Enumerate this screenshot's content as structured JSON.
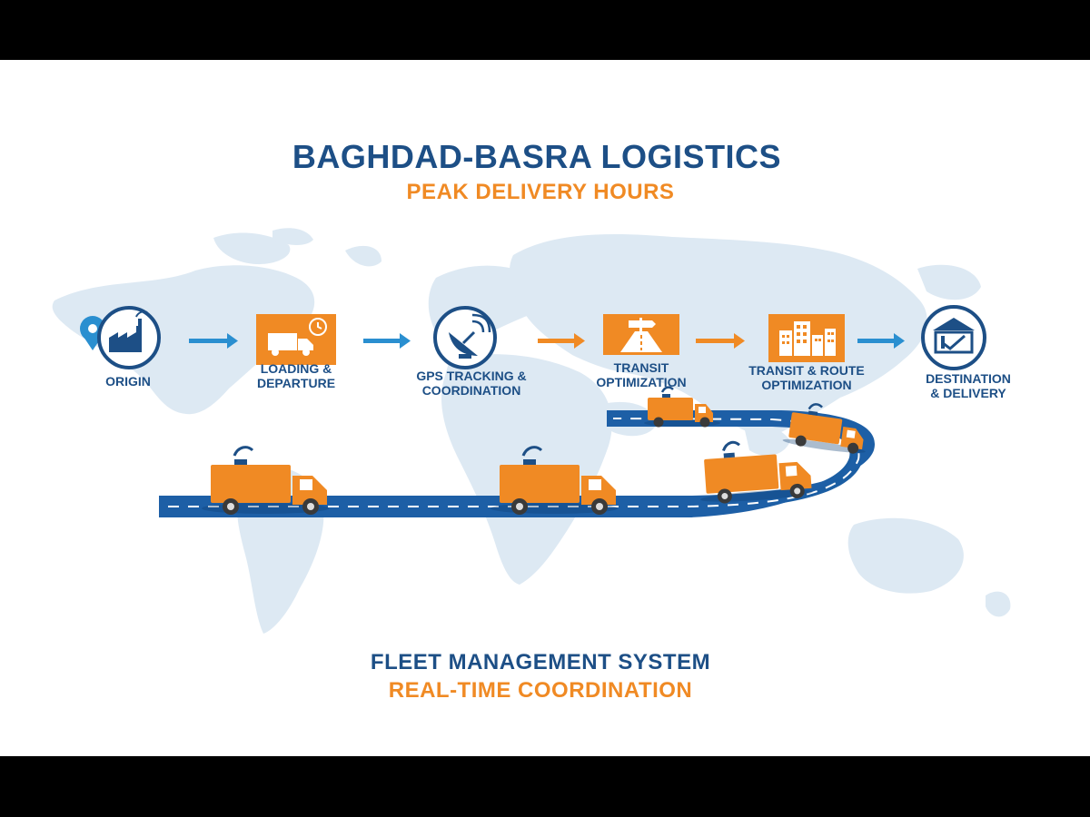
{
  "title": "BAGHDAD-BASRA LOGISTICS",
  "subtitle": "PEAK DELIVERY HOURS",
  "steps": [
    {
      "label_1": "ORIGIN",
      "label_2": "",
      "icon": "factory-pin-icon"
    },
    {
      "label_1": "LOADING &",
      "label_2": "DEPARTURE",
      "icon": "truck-clock-icon"
    },
    {
      "label_1": "GPS TRACKING &",
      "label_2": "COORDINATION",
      "icon": "satellite-dish-icon"
    },
    {
      "label_1": "TRANSIT",
      "label_2": "OPTIMIZATION",
      "icon": "road-signpost-icon"
    },
    {
      "label_1": "TRANSIT & ROUTE",
      "label_2": "OPTIMIZATION",
      "icon": "city-buildings-icon"
    },
    {
      "label_1": "DESTINATION",
      "label_2": "& DELIVERY",
      "icon": "warehouse-icon"
    }
  ],
  "footer": {
    "line1": "FLEET MANAGEMENT SYSTEM",
    "line2": "REAL-TIME COORDINATION"
  },
  "colors": {
    "navy": "#1d4f86",
    "orange": "#f08a24",
    "blue_arrow": "#2a8fd0",
    "map": "#dde9f3"
  }
}
